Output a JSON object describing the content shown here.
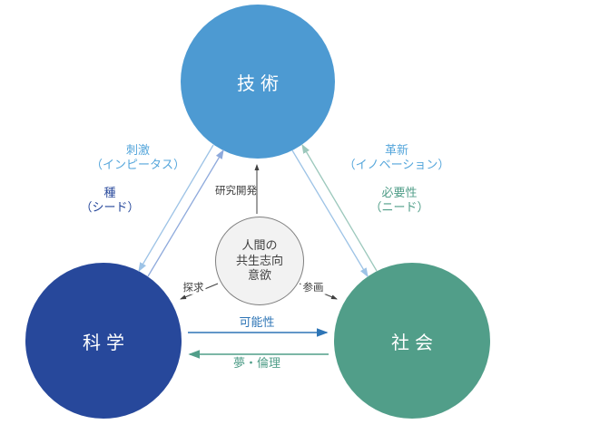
{
  "colors": {
    "technology_circle": "#4D9AD2",
    "science_circle": "#27489B",
    "society_circle": "#519E89",
    "center_circle_fill": "#F2F2F2",
    "center_circle_border": "#7F7F7F",
    "light_blue_label": "#55A6DB",
    "dark_blue_label": "#27489B",
    "teal_label": "#519E89",
    "blue_label": "#2E75B6",
    "dark_text": "#404040"
  },
  "nodes": {
    "technology": {
      "label": "技術"
    },
    "science": {
      "label": "科学"
    },
    "society": {
      "label": "社会"
    },
    "center": {
      "lines": [
        "人間の",
        "共生志向",
        "意欲"
      ]
    }
  },
  "edges": {
    "stimulus": {
      "line1": "刺激",
      "line2": "（インピータス）"
    },
    "seed": {
      "line1": "種",
      "line2": "（シード）"
    },
    "innovation": {
      "line1": "革新",
      "line2": "（イノベーション）"
    },
    "need": {
      "line1": "必要性",
      "line2": "（ニード）"
    },
    "possibility": {
      "label": "可能性"
    },
    "dream_ethics": {
      "label": "夢・倫理"
    },
    "rnd": {
      "label": "研究開発"
    },
    "inquiry": {
      "label": "探求"
    },
    "participation": {
      "label": "参画"
    }
  }
}
